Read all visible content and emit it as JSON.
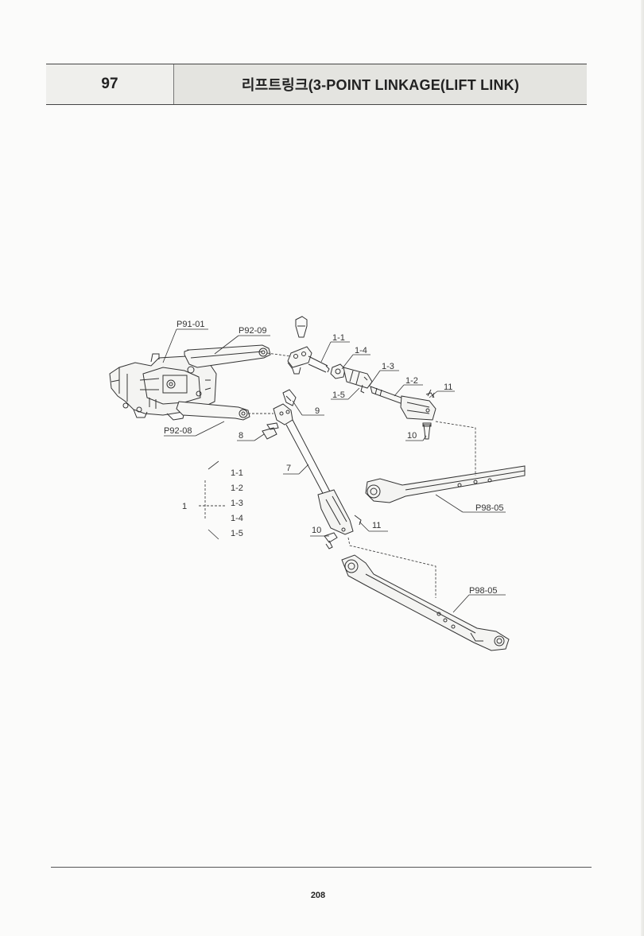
{
  "header": {
    "page_code": "97",
    "title": "리프트링크(3-POINT LINKAGE(LIFT LINK)"
  },
  "callouts": {
    "p91_01": "P91-01",
    "p92_09": "P92-09",
    "p92_08": "P92-08",
    "p98_05_upper": "P98-05",
    "p98_05_lower": "P98-05",
    "item_1_1": "1-1",
    "item_1_2": "1-2",
    "item_1_3": "1-3",
    "item_1_4": "1-4",
    "item_1_5": "1-5",
    "item_7": "7",
    "item_8": "8",
    "item_9": "9",
    "item_10_upper": "10",
    "item_10_lower": "10",
    "item_11_upper": "11",
    "item_11_lower": "11"
  },
  "assembly_legend": {
    "group": "1",
    "items": [
      "1-1",
      "1-2",
      "1-3",
      "1-4",
      "1-5"
    ]
  },
  "footer": {
    "page_number": "208"
  }
}
